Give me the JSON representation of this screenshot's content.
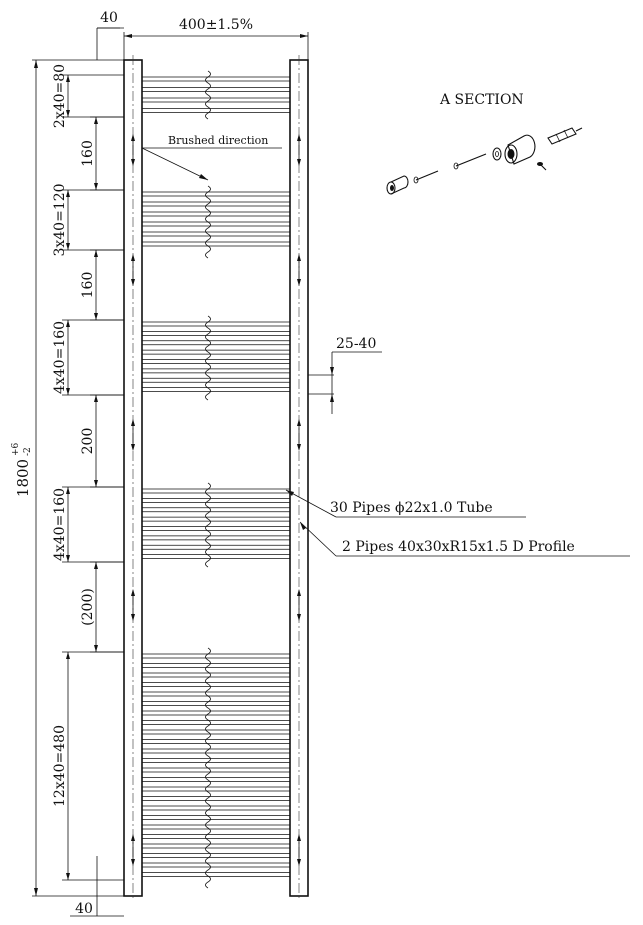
{
  "drawing": {
    "total_height_main": "1800",
    "total_height_tol_upper": "+6",
    "total_height_tol_lower": "-2",
    "width": "400±1.5%",
    "top_offset": "40",
    "bottom_offset": "40",
    "wall_gap": "25-40",
    "section_title": "A SECTION",
    "brushed_direction": "Brushed direction",
    "pipes_tube": "30 Pipes ϕ22x1.0 Tube",
    "pipes_profile": "2 Pipes 40x30xR15x1.5 D Profile",
    "segments": [
      {
        "label": "2x40=80",
        "rungs": 2
      },
      {
        "label": "160"
      },
      {
        "label": "3x40=120",
        "rungs": 3
      },
      {
        "label": "160"
      },
      {
        "label": "4x40=160",
        "rungs": 4
      },
      {
        "label": "200"
      },
      {
        "label": "4x40=160",
        "rungs": 4
      },
      {
        "label": "(200)"
      },
      {
        "label": "12x40=480",
        "rungs": 12
      }
    ]
  }
}
